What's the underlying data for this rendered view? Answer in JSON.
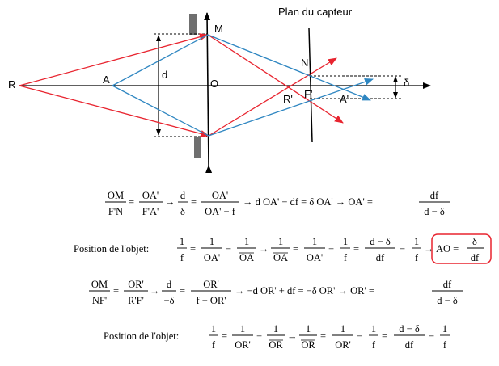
{
  "diagram": {
    "title": "Plan du capteur",
    "points": {
      "R": "R",
      "A": "A",
      "O": "O",
      "M": "M",
      "N": "N",
      "Rp": "R'",
      "F": "F'",
      "Ap": "A'",
      "d": "d",
      "delta": "δ"
    }
  },
  "equations": {
    "eq1": {
      "f1_num": "OM",
      "f1_den": "F'N",
      "eq_a": "=",
      "f2_num": "OA'",
      "f2_den": "F'A'",
      "arrow1": "→",
      "f3_num": "d",
      "f3_den": "δ",
      "eq_b": "=",
      "f4_num": "OA'",
      "f4_den": "OA' − f",
      "rest": "→ d OA' − df = δ OA' → OA' =",
      "f5_num": "df",
      "f5_den": "d − δ"
    },
    "eq2": {
      "label": "Position de l'objet:",
      "f1_num": "1",
      "f1_den": "f",
      "f2_num": "1",
      "f2_den": "OA'",
      "f3_num": "1",
      "f3_den": "OA",
      "f4_num": "1",
      "f4_den": "OA",
      "f5_num": "1",
      "f5_den": "OA'",
      "f6_num": "1",
      "f6_den": "f",
      "f7_num": "d − δ",
      "f7_den": "df",
      "f8_num": "1",
      "f8_den": "f",
      "boxed_lhs": "AO =",
      "boxed_num": "δ",
      "boxed_den": "df"
    },
    "eq3": {
      "f1_num": "OM",
      "f1_den": "NF'",
      "f2_num": "OR'",
      "f2_den": "R'F'",
      "f3_num": "d",
      "f3_den": "−δ",
      "f4_num": "OR'",
      "f4_den": "f − OR'",
      "rest": "→ −d OR' + df = −δ OR' → OR' =",
      "f5_num": "df",
      "f5_den": "d − δ"
    },
    "eq4": {
      "label": "Position de l'objet:",
      "f1_num": "1",
      "f1_den": "f",
      "f2_num": "1",
      "f2_den": "OR'",
      "f3_num": "1",
      "f3_den": "OR",
      "f4_num": "1",
      "f4_den": "OR",
      "f5_num": "1",
      "f5_den": "OR'",
      "f6_num": "1",
      "f6_den": "f",
      "f7_num": "d − δ",
      "f7_den": "df",
      "f8_num": "1",
      "f8_den": "f"
    }
  },
  "colors": {
    "red_ray": "#e8242f",
    "blue_ray": "#2e86c1",
    "box": "#e8242f",
    "stop": "#6f6f6f"
  }
}
